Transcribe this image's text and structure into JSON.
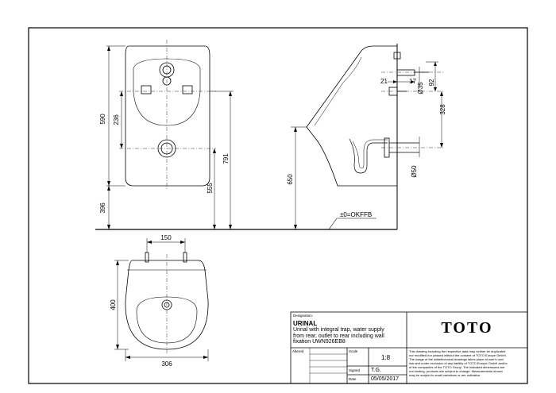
{
  "dimensions": {
    "height_590": "590",
    "offset_236": "236",
    "height_396": "396",
    "height_791": "791",
    "height_555": "555",
    "height_650": "650",
    "dim_21": "21",
    "dim_17": "17",
    "dim_92": "92",
    "dia_35": "Ø35",
    "dim_328": "328",
    "dia_50": "Ø50",
    "dim_150": "150",
    "dim_400": "400",
    "dim_306": "306"
  },
  "floor_label": "±0=OKFFB",
  "title_block": {
    "designation_label": "Designation:",
    "product_name": "URINAL",
    "description_lines": [
      "Urinal with integral trap, water supply",
      "from rear, outlet to rear including wall",
      "fixation UWN926EB8"
    ],
    "altered_label": "Altered",
    "scale_label": "Scale",
    "scale_value": "1:8",
    "signed_label": "Signed",
    "signed_value": "T.G.",
    "date_label": "Date",
    "date_value": "05/05/2017",
    "brand": "TOTO",
    "disclaimer_lines": [
      "This drawing including the respective data may neither be duplicated",
      "nor modified nor passed without the consent of TOTO Europe GmbH.",
      "The usage of the data/technical drawings takes place at user's own",
      "risk and under exclusion of any liability of TOTO Europe GmbH and/or",
      "of the companies of the TOTO Group. The indicated dimensions are",
      "not binding, products are subject to change. Measurements shown",
      "may be subject to small variations or are indicative."
    ]
  },
  "colors": {
    "line": "#000000",
    "paper": "#ffffff"
  }
}
